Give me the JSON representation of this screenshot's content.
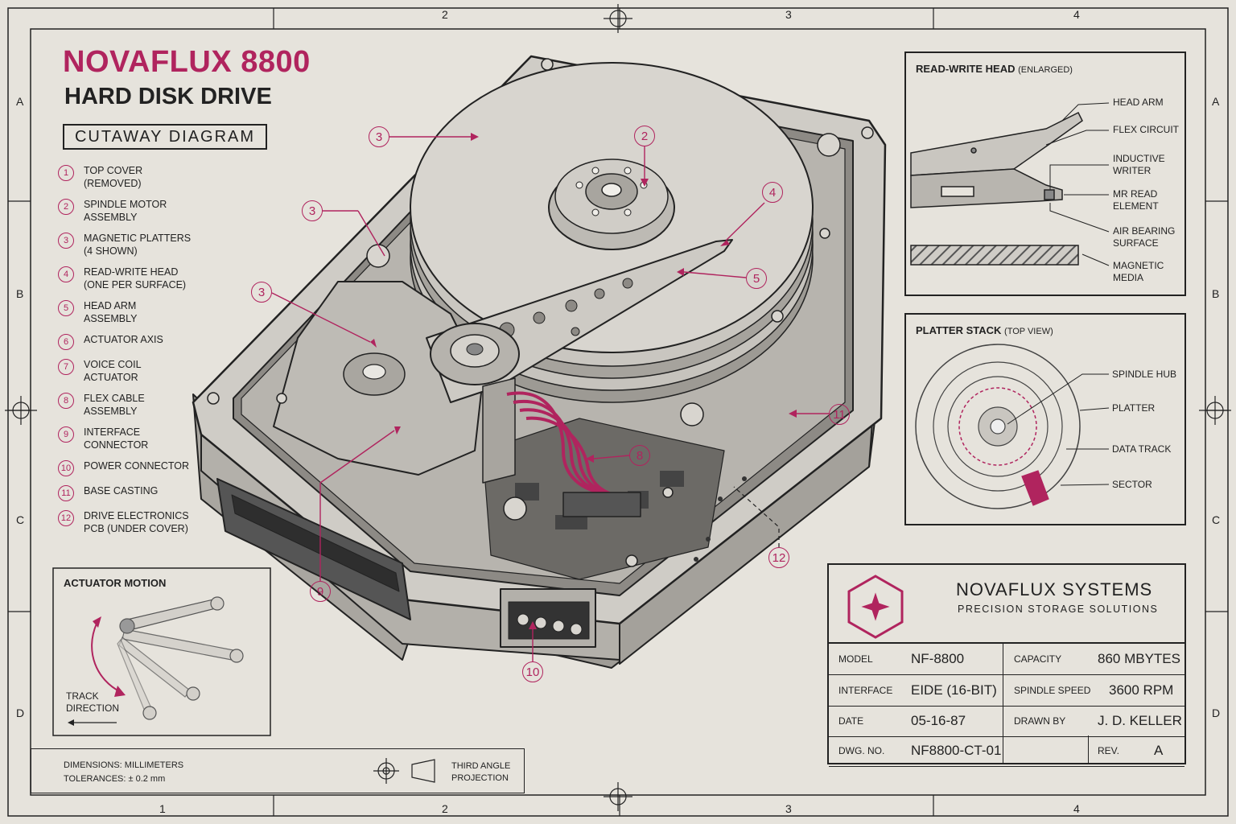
{
  "header": {
    "title": "NOVAFLUX 8800",
    "subtitle": "HARD DISK DRIVE",
    "diagram_type": "CUTAWAY DIAGRAM"
  },
  "legend": [
    {
      "num": "1",
      "text": "TOP COVER\n(REMOVED)"
    },
    {
      "num": "2",
      "text": "SPINDLE MOTOR\nASSEMBLY"
    },
    {
      "num": "3",
      "text": "MAGNETIC PLATTERS\n(4 SHOWN)"
    },
    {
      "num": "4",
      "text": "READ-WRITE HEAD\n(ONE PER SURFACE)"
    },
    {
      "num": "5",
      "text": "HEAD ARM\nASSEMBLY"
    },
    {
      "num": "6",
      "text": "ACTUATOR AXIS"
    },
    {
      "num": "7",
      "text": "VOICE COIL\nACTUATOR"
    },
    {
      "num": "8",
      "text": "FLEX CABLE\nASSEMBLY"
    },
    {
      "num": "9",
      "text": "INTERFACE\nCONNECTOR"
    },
    {
      "num": "10",
      "text": "POWER CONNECTOR"
    },
    {
      "num": "11",
      "text": "BASE CASTING"
    },
    {
      "num": "12",
      "text": "DRIVE ELECTRONICS\nPCB (UNDER COVER)"
    }
  ],
  "callouts": [
    "3",
    "2",
    "3",
    "4",
    "3",
    "5",
    "11",
    "8",
    "9",
    "12",
    "10"
  ],
  "head_panel": {
    "title": "READ-WRITE HEAD",
    "qualifier": "(ENLARGED)",
    "labels": [
      "HEAD ARM",
      "FLEX CIRCUIT",
      "INDUCTIVE\nWRITER",
      "MR READ\nELEMENT",
      "AIR BEARING\nSURFACE",
      "MAGNETIC\nMEDIA"
    ]
  },
  "platter_panel": {
    "title": "PLATTER STACK",
    "qualifier": "(TOP VIEW)",
    "labels": [
      "SPINDLE HUB",
      "PLATTER",
      "DATA TRACK",
      "SECTOR"
    ]
  },
  "actuator_panel": {
    "title": "ACTUATOR MOTION",
    "track_label": "TRACK\nDIRECTION"
  },
  "title_block": {
    "company": "NOVAFLUX SYSTEMS",
    "tagline": "PRECISION STORAGE SOLUTIONS",
    "rows": [
      {
        "k1": "MODEL",
        "v1": "NF-8800",
        "k2": "CAPACITY",
        "v2": "860 MBYTES"
      },
      {
        "k1": "INTERFACE",
        "v1": "EIDE (16-BIT)",
        "k2": "SPINDLE SPEED",
        "v2": "3600 RPM"
      },
      {
        "k1": "DATE",
        "v1": "05-16-87",
        "k2": "DRAWN BY",
        "v2": "J. D. KELLER"
      },
      {
        "k1": "DWG. NO.",
        "v1": "NF8800-CT-01",
        "k2": "REV.",
        "v2": "A"
      }
    ]
  },
  "notes": {
    "dimensions": "DIMENSIONS: MILLIMETERS",
    "tolerances": "TOLERANCES: ± 0.2 mm",
    "projection": "THIRD ANGLE\nPROJECTION"
  },
  "zones": {
    "columns": [
      "2",
      "3",
      "4"
    ],
    "columns_bottom": [
      "1",
      "2",
      "3",
      "4"
    ],
    "rows": [
      "A",
      "B",
      "C",
      "D"
    ]
  },
  "colors": {
    "accent": "#b0245e",
    "ink": "#222222",
    "paper": "#e6e3dc",
    "metal": "#c9c6c0"
  }
}
